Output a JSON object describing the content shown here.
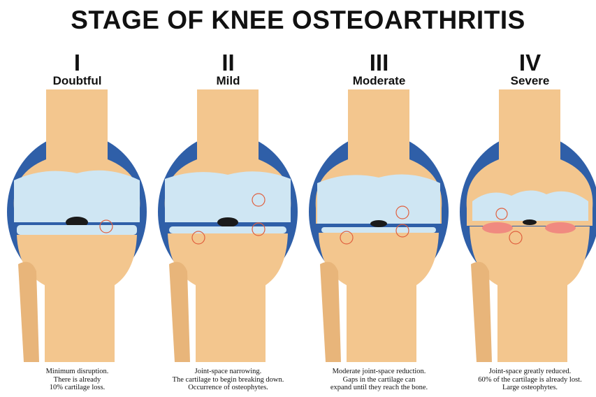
{
  "title": "STAGE OF KNEE OSTEOARTHRITIS",
  "stages": [
    {
      "numeral": "I",
      "name": "Doubtful",
      "caption": [
        "Minimum disruption.",
        "There is already",
        "10% cartilage loss."
      ]
    },
    {
      "numeral": "II",
      "name": "Mild",
      "caption": [
        "Joint-space narrowing.",
        "The cartilage to begin breaking down.",
        "Occurrence of osteophytes."
      ]
    },
    {
      "numeral": "III",
      "name": "Moderate",
      "caption": [
        "Moderate joint-space reduction.",
        "Gaps in the cartilage can",
        "expand until they reach the bone."
      ]
    },
    {
      "numeral": "IV",
      "name": "Severe",
      "caption": [
        "Joint-space greatly reduced.",
        "60% of the cartilage is already lost.",
        "Large osteophytes."
      ]
    }
  ],
  "colors": {
    "bone": "#f3c68e",
    "bone_shadow": "#d9a466",
    "capsule": "#2f5fa8",
    "cartilage": "#cfe6f3",
    "marker": "#e0603f",
    "inflamed": "#f08a80"
  }
}
